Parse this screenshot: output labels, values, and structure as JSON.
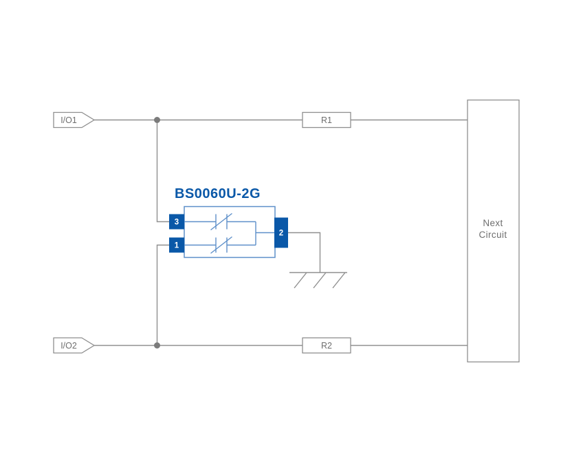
{
  "diagram": {
    "component_name": "BS0060U-2G",
    "connectors": {
      "io1": "I/O1",
      "io2": "I/O2"
    },
    "resistors": {
      "r1": "R1",
      "r2": "R2"
    },
    "next_circuit": {
      "line1": "Next",
      "line2": "Circuit"
    },
    "pins": {
      "pin3": "3",
      "pin1": "1",
      "pin2": "2"
    },
    "colors": {
      "wire": "#8f8f8f",
      "junction_dot": "#7b7b7b",
      "text_gray": "#6e6e6e",
      "component_blue": "#0a58a8",
      "component_outline_blue": "#5d8fc9",
      "background": "#ffffff"
    }
  }
}
